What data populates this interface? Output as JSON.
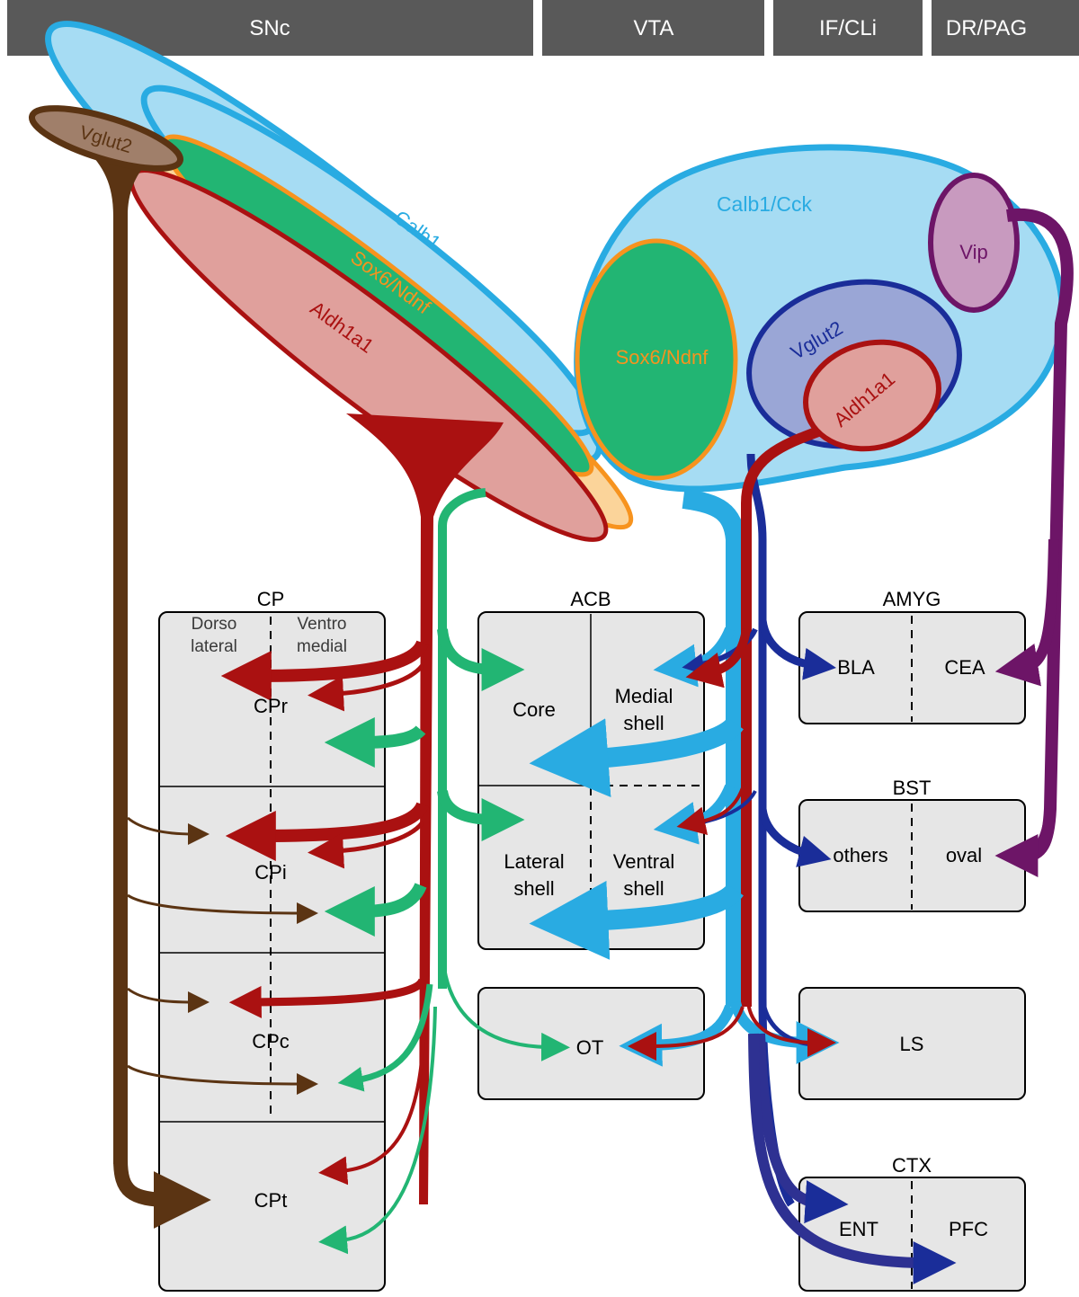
{
  "regions": [
    "SNc",
    "VTA",
    "IF/CLi",
    "DR/PAG"
  ],
  "populations": {
    "snc_vglut2": "Vglut2",
    "snc_calb1": "Calb1",
    "snc_sox6": "Sox6/Ndnf",
    "snc_aldh1a1": "Aldh1a1",
    "vta_calb1_cck": "Calb1/Cck",
    "vta_sox6": "Sox6/Ndnf",
    "vta_vglut2": "Vglut2",
    "vta_aldh1a1": "Aldh1a1",
    "vta_vip": "Vip"
  },
  "targets": {
    "cp": {
      "title": "CP",
      "dorso": [
        "Dorso",
        "lateral"
      ],
      "ventro": [
        "Ventro",
        "medial"
      ],
      "subregions": [
        "CPr",
        "CPi",
        "CPc",
        "CPt"
      ]
    },
    "acb": {
      "title": "ACB",
      "core": "Core",
      "medial_shell": [
        "Medial",
        "shell"
      ],
      "lateral_shell": [
        "Lateral",
        "shell"
      ],
      "ventral_shell": [
        "Ventral",
        "shell"
      ]
    },
    "ot": "OT",
    "amyg": {
      "title": "AMYG",
      "bla": "BLA",
      "cea": "CEA"
    },
    "bst": {
      "title": "BST",
      "others": "others",
      "oval": "oval"
    },
    "ls": "LS",
    "ctx": {
      "title": "CTX",
      "ent": "ENT",
      "pfc": "PFC"
    }
  },
  "colors": {
    "header": "#595959",
    "vglut2_snc": "#5b3413",
    "calb1": "#29abe2",
    "calb1_fill": "#a6dcf3",
    "sox6": "#22b573",
    "sox6_border": "#f7931e",
    "sox6_halo": "#fbd49a",
    "aldh1a1": "#aa1111",
    "aldh1a1_fill": "#e0a09c",
    "vglut2_vta": "#1a2d99",
    "vglut2_vta_fill": "#9aa6d6",
    "vip": "#6d1567",
    "vip_fill": "#c89abf",
    "box": "#e6e6e6"
  }
}
